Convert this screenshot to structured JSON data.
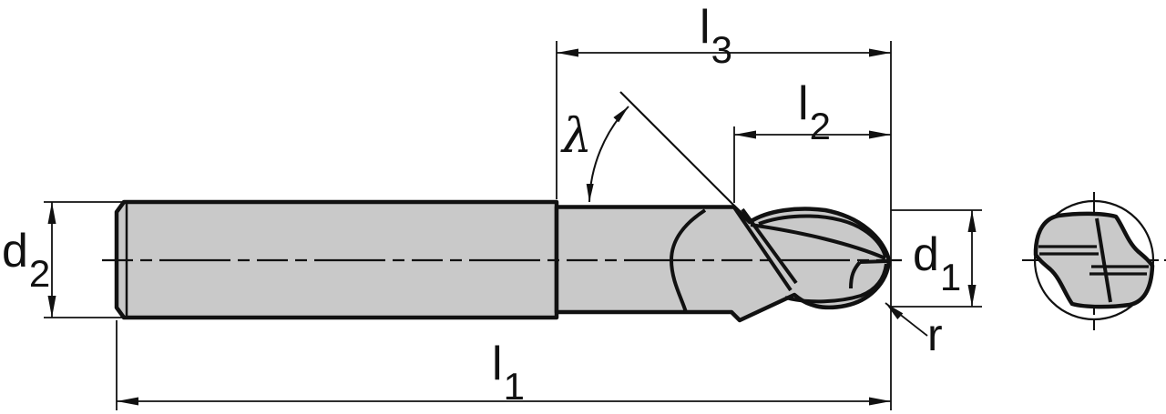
{
  "drawing": {
    "description": "Technical dimension drawing of a two-flute ball nose end mill, side view with end view",
    "colors": {
      "line": "#111111",
      "body_fill": "#c9c9c9",
      "background": "#ffffff"
    },
    "dimensions": {
      "overall_length": {
        "main": "l",
        "sub": "1"
      },
      "flute_length": {
        "main": "l",
        "sub": "2"
      },
      "reach_length": {
        "main": "l",
        "sub": "3"
      },
      "cutting_diameter": {
        "main": "d",
        "sub": "1"
      },
      "shank_diameter": {
        "main": "d",
        "sub": "2"
      },
      "helix_angle": {
        "main": "λ",
        "sub": ""
      },
      "corner_radius": {
        "main": "r",
        "sub": ""
      }
    }
  }
}
